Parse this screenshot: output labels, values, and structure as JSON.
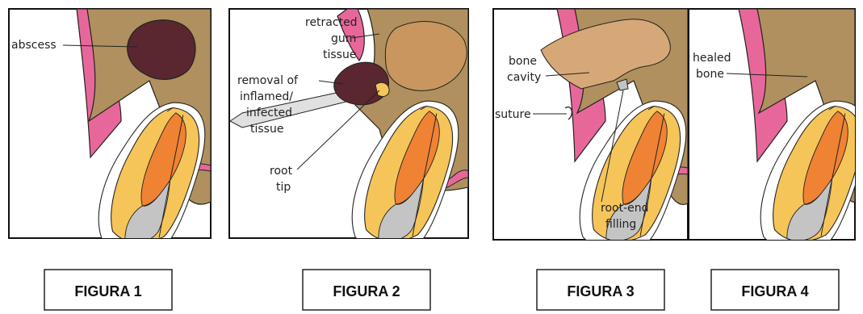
{
  "colors": {
    "gum": "#e8679a",
    "bone": "#b0905e",
    "enamel": "#ffffff",
    "dentin": "#f5c55a",
    "pulp": "#f08233",
    "filling": "#c4c4c4",
    "abscess": "#5a2730",
    "cavity": "#d6a878",
    "outline": "#222222"
  },
  "figures": [
    {
      "caption": "FIGURA 1",
      "labels": {
        "abscess": "abscess"
      }
    },
    {
      "caption": "FIGURA 2",
      "labels": {
        "gum_1": "retracted",
        "gum_2": "gum",
        "gum_3": "tissue",
        "removal_1": "removal of",
        "removal_2": "inflamed/",
        "removal_3": "infected",
        "removal_4": "tissue",
        "root_1": "root",
        "root_2": "tip"
      }
    },
    {
      "caption": "FIGURA 3",
      "labels": {
        "cavity_1": "bone",
        "cavity_2": "cavity",
        "suture": "suture",
        "filling_1": "root-end",
        "filling_2": "filling"
      }
    },
    {
      "caption": "FIGURA 4",
      "labels": {
        "healed_1": "healed",
        "healed_2": "bone"
      }
    }
  ]
}
